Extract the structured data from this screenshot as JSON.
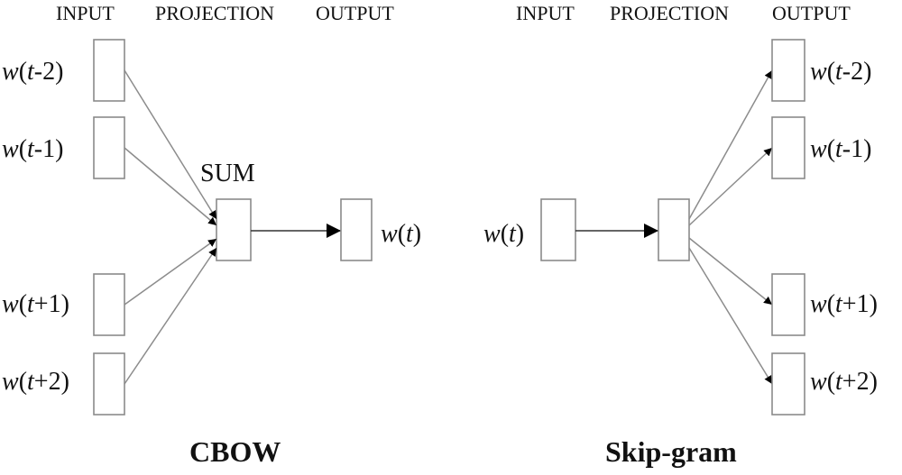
{
  "cbow": {
    "headers": {
      "input": "INPUT",
      "projection": "PROJECTION",
      "output": "OUTPUT"
    },
    "inputs": [
      "w(t-2)",
      "w(t-1)",
      "w(t+1)",
      "w(t+2)"
    ],
    "sum_label": "SUM",
    "output": "w(t)",
    "caption": "CBOW"
  },
  "skipgram": {
    "headers": {
      "input": "INPUT",
      "projection": "PROJECTION",
      "output": "OUTPUT"
    },
    "input": "w(t)",
    "outputs": [
      "w(t-2)",
      "w(t-1)",
      "w(t+1)",
      "w(t+2)"
    ],
    "caption": "Skip-gram"
  },
  "colors": {
    "stroke": "#8a8a8a",
    "arrowhead": "#000000",
    "text": "#111111"
  }
}
